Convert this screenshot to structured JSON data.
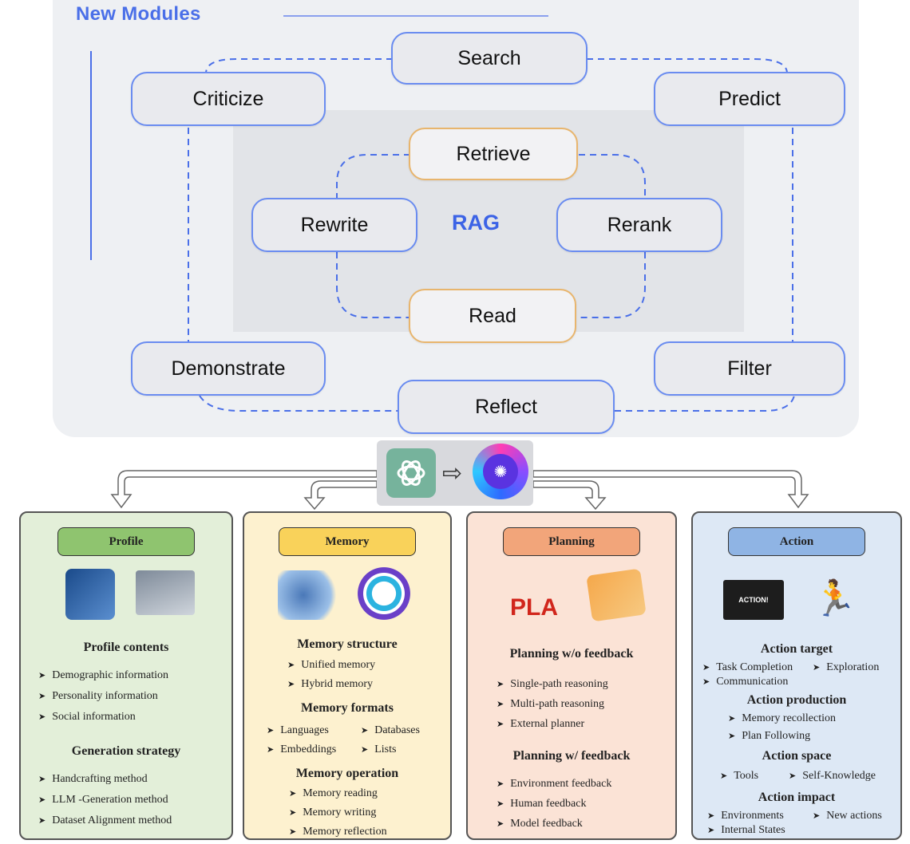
{
  "top": {
    "title": "New Modules",
    "rag_label": "RAG",
    "outer_modules": [
      "Search",
      "Criticize",
      "Predict",
      "Demonstrate",
      "Filter",
      "Reflect"
    ],
    "inner_modules": [
      "Retrieve",
      "Rewrite",
      "Rerank",
      "Read"
    ]
  },
  "cards": {
    "profile": {
      "pill": "Profile",
      "h1": "Profile contents",
      "items1": [
        "Demographic information",
        "Personality information",
        "Social information"
      ],
      "h2": "Generation strategy",
      "items2": [
        "Handcrafting method",
        "LLM -Generation method",
        "Dataset Alignment method"
      ]
    },
    "memory": {
      "pill": "Memory",
      "h1": "Memory structure",
      "items1": [
        "Unified memory",
        "Hybrid memory"
      ],
      "h2": "Memory formats",
      "items2": [
        "Languages",
        "Databases",
        "Embeddings",
        "Lists"
      ],
      "h3": "Memory operation",
      "items3": [
        "Memory reading",
        "Memory writing",
        "Memory reflection"
      ]
    },
    "planning": {
      "pill": "Planning",
      "h1": "Planning w/o feedback",
      "items1": [
        "Single-path reasoning",
        "Multi-path reasoning",
        "External planner"
      ],
      "h2": "Planning w/ feedback",
      "items2": [
        "Environment feedback",
        "Human feedback",
        "Model feedback"
      ],
      "image_text": "PLA"
    },
    "action": {
      "pill": "Action",
      "h1": "Action target",
      "items1": [
        "Task Completion",
        "Exploration",
        "Communication"
      ],
      "h2": "Action production",
      "items2": [
        "Memory recollection",
        "Plan Following"
      ],
      "h3": "Action space",
      "items3": [
        "Tools",
        "Self-Knowledge"
      ],
      "h4": "Action impact",
      "items4": [
        "Environments",
        "New actions",
        "Internal States"
      ],
      "image_text": "ACTION!"
    }
  },
  "colors": {
    "accent_blue": "#4a6fe8",
    "profile_bg": "#e3efd9",
    "profile_pill": "#8fc46f",
    "memory_bg": "#fdf1cf",
    "memory_pill": "#f9d25a",
    "planning_bg": "#fbe3d6",
    "planning_pill": "#f2a57a",
    "action_bg": "#dde8f5",
    "action_pill": "#8fb4e4"
  },
  "icons": [
    "chatgpt-logo-icon",
    "hollow-right-arrow-icon",
    "ai-brain-logo-icon",
    "hollow-down-arrow-icon",
    "running-person-icon",
    "clapperboard-icon",
    "laptop-icon",
    "profile-photo-icon",
    "brain-icon",
    "memory-types-diagram-icon"
  ]
}
